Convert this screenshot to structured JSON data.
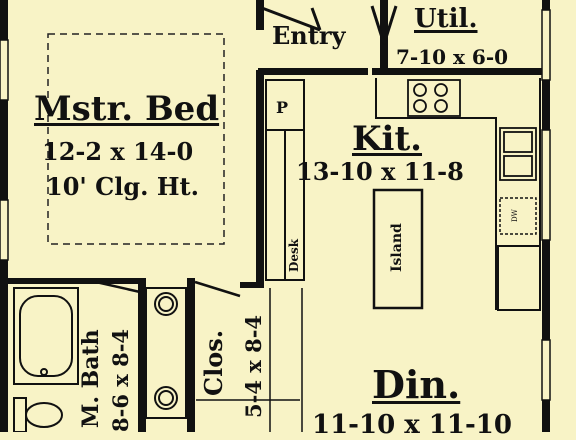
{
  "rooms": {
    "master_bed": {
      "name": "Mstr. Bed",
      "size": "12-2 x 14-0",
      "ceiling": "10' Clg. Ht."
    },
    "entry": {
      "name": "Entry"
    },
    "utility": {
      "name": "Util.",
      "size": "7-10 x 6-0"
    },
    "kitchen": {
      "name": "Kit.",
      "size": "13-10 x 11-8"
    },
    "pantry": {
      "name": "P"
    },
    "desk": {
      "name": "Desk"
    },
    "island": {
      "name": "Island"
    },
    "master_bath": {
      "name": "M. Bath",
      "size": "8-6 x 8-4"
    },
    "closet": {
      "name": "Clos.",
      "size": "5-4 x 8-4"
    },
    "dining": {
      "name": "Din.",
      "size": "11-10 x 11-10"
    }
  },
  "appliances": {
    "dishwasher": "DW"
  },
  "colors": {
    "background": "#f8f3c6",
    "wall": "#111111"
  }
}
